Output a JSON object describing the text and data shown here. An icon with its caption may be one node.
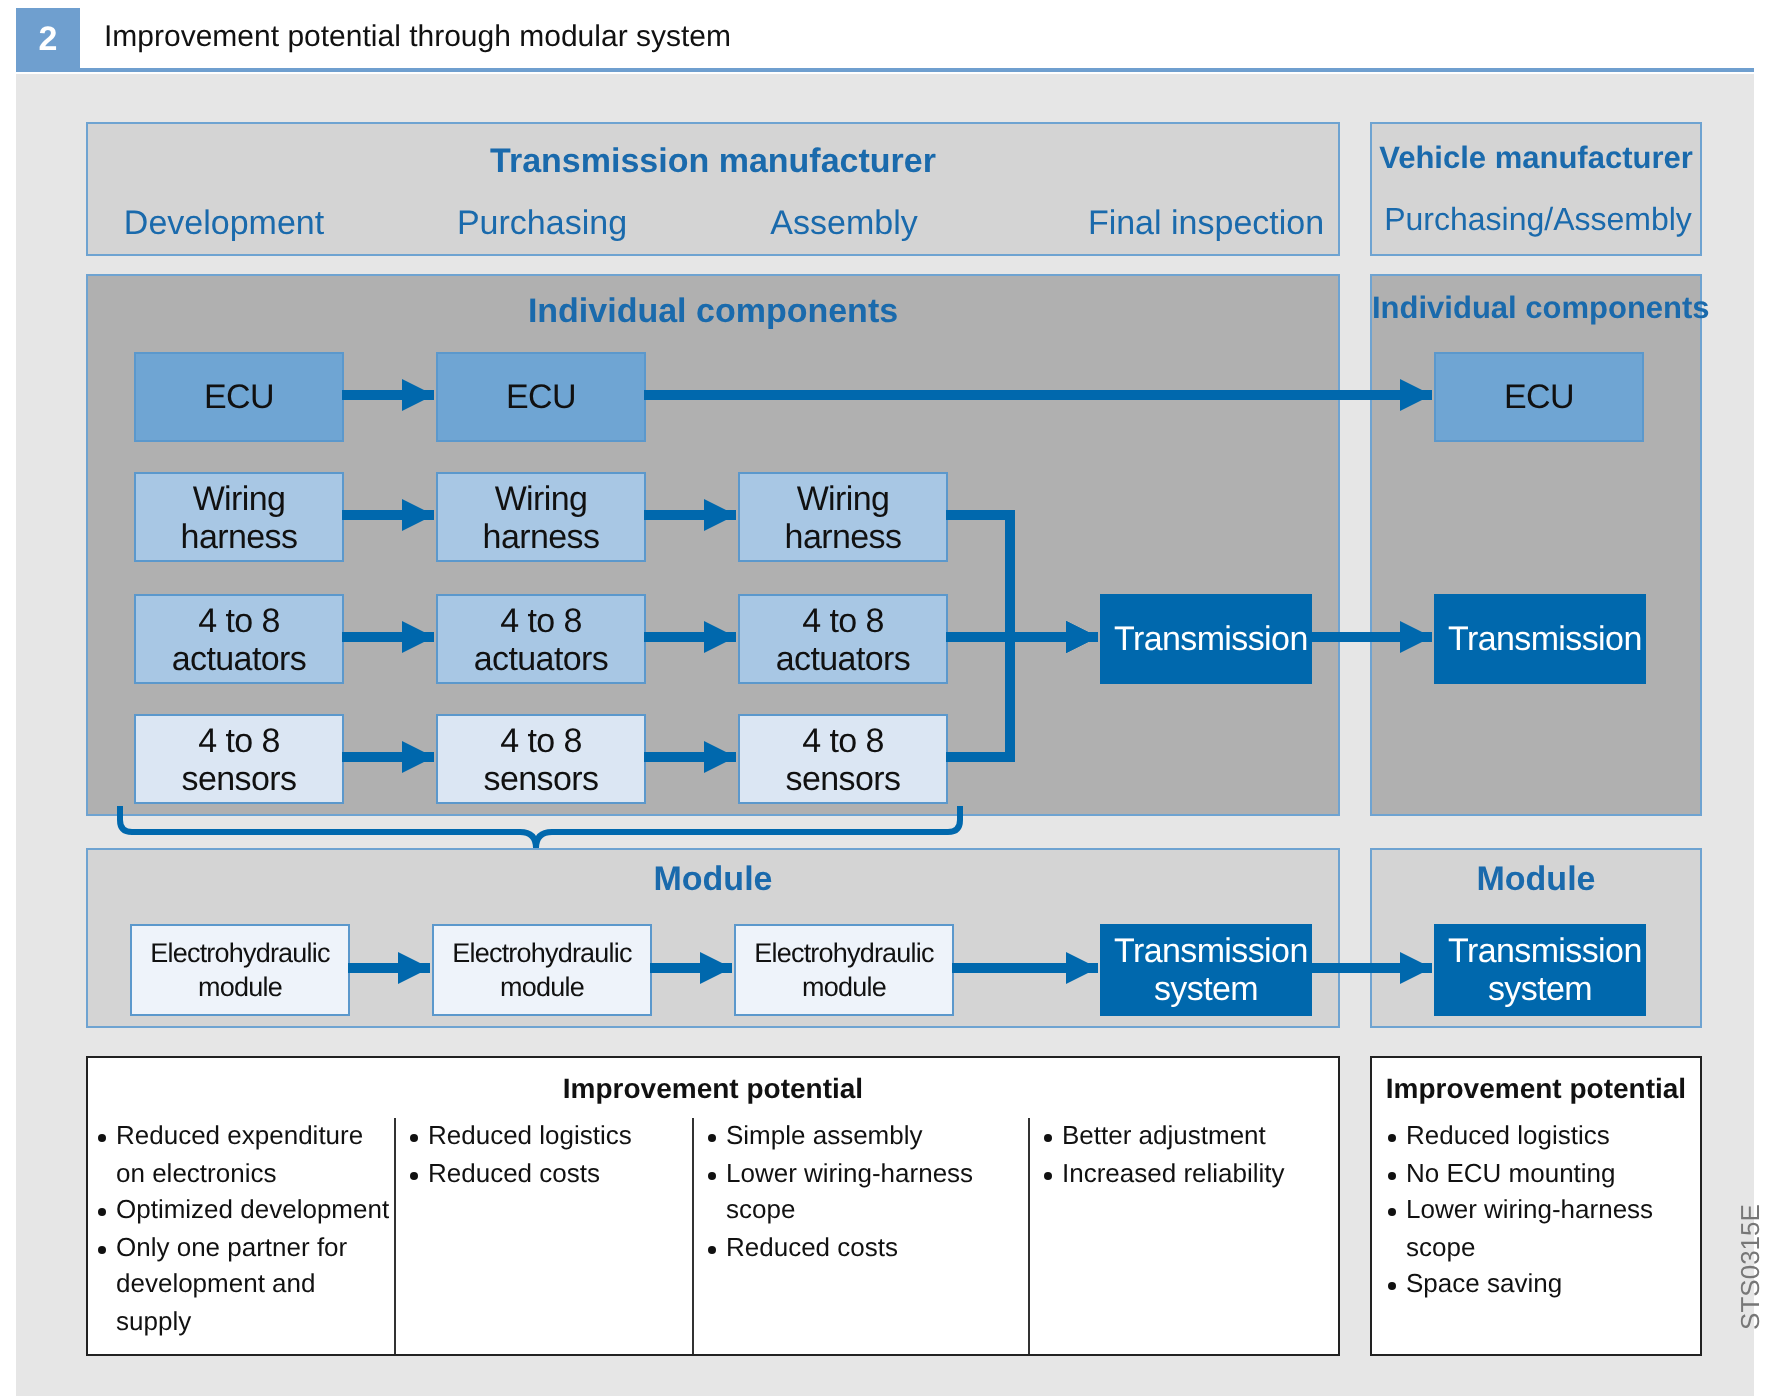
{
  "diagram": {
    "title": "Improvement potential through modular system",
    "nodes": [
      {
        "text": [
          "Transmission manufacturer",
          "Development",
          "Purchasing",
          "Assembly",
          "Final inspection"
        ]
      },
      {
        "text": [
          "Vehicle manufacturer",
          "Purchasing/Assembly"
        ]
      },
      {
        "text": [
          "Individual components"
        ]
      },
      {
        "text": [
          "ECU"
        ],
        "in": 2
      },
      {
        "text": [
          "ECU"
        ],
        "in": 2
      },
      {
        "text": [
          "Wiring harness"
        ],
        "in": 2
      },
      {
        "text": [
          "Wiring harness"
        ],
        "in": 2
      },
      {
        "text": [
          "Wiring harness"
        ],
        "in": 2
      },
      {
        "text": [
          "4 to 8 actuators"
        ],
        "in": 2
      },
      {
        "text": [
          "4 to 8 actuators"
        ],
        "in": 2
      },
      {
        "text": [
          "4 to 8 actuators"
        ],
        "in": 2
      },
      {
        "text": [
          "4 to 8 sensors"
        ],
        "in": 2
      },
      {
        "text": [
          "4 to 8 sensors"
        ],
        "in": 2
      },
      {
        "text": [
          "4 to 8 sensors"
        ],
        "in": 2
      },
      {
        "text": [
          "Transmission"
        ],
        "in": 2
      },
      {
        "text": [
          "Individual components"
        ]
      },
      {
        "text": [
          "ECU"
        ],
        "in": 15
      },
      {
        "text": [
          "Transmission"
        ],
        "in": 15
      },
      {
        "text": [
          "Module"
        ]
      },
      {
        "text": [
          "Electrohydraulic module"
        ],
        "in": 18
      },
      {
        "text": [
          "Electrohydraulic module"
        ],
        "in": 18
      },
      {
        "text": [
          "Electrohydraulic module"
        ],
        "in": 18
      },
      {
        "text": [
          "Transmission system"
        ],
        "in": 18
      },
      {
        "text": [
          "Module"
        ]
      },
      {
        "text": [
          "Transmission system"
        ],
        "in": 23
      },
      {
        "text": [
          "Improvement potential"
        ]
      },
      {
        "text": [
          "Reduced expenditure on electronics",
          "Optimized development",
          "Only one partner for development and supply"
        ],
        "in": 25
      },
      {
        "text": [
          "Reduced logistics",
          "Reduced costs"
        ],
        "in": 25
      },
      {
        "text": [
          "Simple assembly",
          "Lower wiring-harness scope",
          "Reduced costs"
        ],
        "in": 25
      },
      {
        "text": [
          "Better adjustment",
          "Increased reliability"
        ],
        "in": 25
      },
      {
        "text": [
          "Improvement potential"
        ]
      },
      {
        "text": [
          "Reduced logistics",
          "No ECU mounting",
          "Lower wiring-harness scope",
          "Space saving"
        ],
        "in": 30
      }
    ],
    "edges": [
      {
        "from": 3,
        "to": 4,
        "arrow": "to"
      },
      {
        "from": 4,
        "to": 16,
        "arrow": "to"
      },
      {
        "from": 5,
        "to": 6,
        "arrow": "to"
      },
      {
        "from": 6,
        "to": 7,
        "arrow": "to"
      },
      {
        "from": 7,
        "to": 14,
        "arrow": "to"
      },
      {
        "from": 8,
        "to": 9,
        "arrow": "to"
      },
      {
        "from": 9,
        "to": 10,
        "arrow": "to"
      },
      {
        "from": 10,
        "to": 14,
        "arrow": "to"
      },
      {
        "from": 11,
        "to": 12,
        "arrow": "to"
      },
      {
        "from": 12,
        "to": 13,
        "arrow": "to"
      },
      {
        "from": 13,
        "to": 14,
        "arrow": "to"
      },
      {
        "from": 14,
        "to": 17,
        "arrow": "to"
      },
      {
        "from": 19,
        "to": 20,
        "arrow": "to"
      },
      {
        "from": 20,
        "to": 21,
        "arrow": "to"
      },
      {
        "from": 21,
        "to": 22,
        "arrow": "to"
      },
      {
        "from": 22,
        "to": 24,
        "arrow": "to"
      }
    ],
    "labels": [
      "2",
      "STS0315E"
    ]
  }
}
